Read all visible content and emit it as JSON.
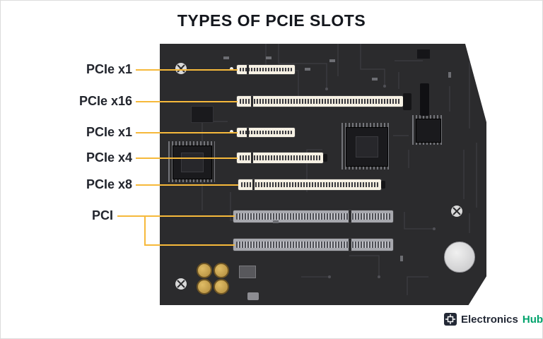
{
  "title": "TYPES OF PCIE SLOTS",
  "labels": [
    {
      "text": "PCIe x1"
    },
    {
      "text": "PCIe x16"
    },
    {
      "text": "PCIe x1"
    },
    {
      "text": "PCIe x4"
    },
    {
      "text": "PCIe x8"
    },
    {
      "text": "PCI"
    }
  ],
  "slots": [
    {
      "name": "PCIe x1",
      "type": "pcie",
      "lanes": 1
    },
    {
      "name": "PCIe x16",
      "type": "pcie",
      "lanes": 16
    },
    {
      "name": "PCIe x1",
      "type": "pcie",
      "lanes": 1
    },
    {
      "name": "PCIe x4",
      "type": "pcie",
      "lanes": 4
    },
    {
      "name": "PCIe x8",
      "type": "pcie",
      "lanes": 8
    },
    {
      "name": "PCI",
      "type": "pci"
    },
    {
      "name": "PCI",
      "type": "pci"
    }
  ],
  "colors": {
    "leader_line": "#f6b93b",
    "board": "#2b2b2d",
    "title": "#14171d",
    "label": "#22252d",
    "hub_accent": "#00a36c"
  },
  "brand": {
    "name": "Electronics",
    "suffix": "Hub"
  }
}
